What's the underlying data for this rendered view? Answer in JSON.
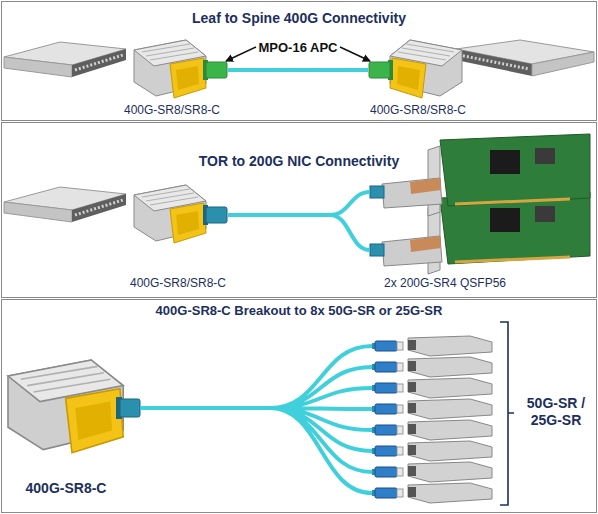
{
  "diagram": {
    "nodes": [
      {
        "text": [
          "Leaf to Spine 400G Connectivity"
        ]
      },
      {
        "text": [
          "400G-SR8/SR8-C"
        ],
        "in": 0
      },
      {
        "text": [
          "400G-SR8/SR8-C"
        ],
        "in": 0
      },
      {
        "text": [
          "TOR to 200G NIC Connectivity"
        ]
      },
      {
        "text": [
          "400G-SR8/SR8-C"
        ],
        "in": 3
      },
      {
        "text": [
          "2x 200G-SR4 QSFP56"
        ],
        "in": 3
      },
      {
        "text": [
          "400G-SR8-C Breakout to 8x 50G-SR or 25G-SR"
        ]
      },
      {
        "text": [
          "400G-SR8-C"
        ],
        "in": 6
      },
      {
        "text": [
          "50G-SR / 25G-SR"
        ],
        "in": 6
      }
    ],
    "edges": [
      {
        "from": 1,
        "to": 2,
        "arrow": "none"
      },
      {
        "from": 4,
        "to": 5,
        "arrow": "none"
      },
      {
        "from": 7,
        "to": 8,
        "arrow": "none"
      }
    ],
    "labels": [
      "MPO-16 APC"
    ]
  }
}
